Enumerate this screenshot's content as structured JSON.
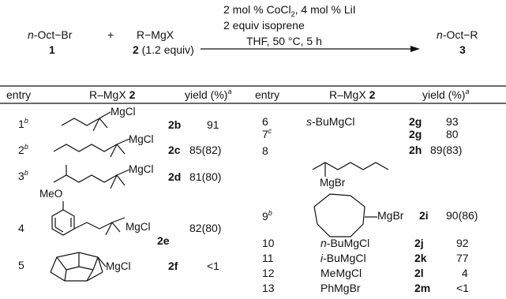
{
  "scheme": {
    "reactant1": {
      "label_pre": "n",
      "label_post": "-Oct−Br",
      "number": "1"
    },
    "plus": "+",
    "reactant2": {
      "label": "R−MgX",
      "number": "2",
      "equiv": " (1.2 equiv)"
    },
    "conditions_line1": "2 mol % CoCl",
    "conditions_line1_sub": "2",
    "conditions_line1_rest": ", 4 mol % LiI",
    "conditions_line2": "2 equiv isoprene",
    "conditions_line3": "THF, 50 °C, 5 h",
    "product": {
      "label_pre": "n",
      "label_post": "-Oct−R",
      "number": "3"
    }
  },
  "table": {
    "headers": {
      "entry": "entry",
      "rmgx": "R–MgX",
      "rmgx_num": " 2",
      "yield": "yield (%)",
      "yield_sup": "a"
    },
    "left": [
      {
        "entry": "1",
        "sup": "b",
        "reagent_label": "MgCl",
        "compound": "2b",
        "yield": "91"
      },
      {
        "entry": "2",
        "sup": "b",
        "reagent_label": "MgCl",
        "compound": "2c",
        "yield": "85(82)"
      },
      {
        "entry": "3",
        "sup": "b",
        "reagent_label": "MgCl",
        "compound": "2d",
        "yield": "81(80)"
      },
      {
        "entry": "4",
        "sup": "",
        "reagent_label": "MgCl",
        "reagent_label2": "MeO",
        "compound": "2e",
        "yield": "82(80)"
      },
      {
        "entry": "5",
        "sup": "",
        "reagent_label": "MgCl",
        "compound": "2f",
        "yield": "<1"
      }
    ],
    "right": [
      {
        "entry": "6",
        "sup": "",
        "reagent_pre": "s",
        "reagent": "-BuMgCl",
        "compound": "2g",
        "yield": "93"
      },
      {
        "entry": "7",
        "sup": "c",
        "reagent_pre": "",
        "reagent": "",
        "compound": "2g",
        "yield": "80"
      },
      {
        "entry": "8",
        "sup": "",
        "reagent_pre": "",
        "reagent": "MgBr",
        "compound": "2h",
        "yield": "89(83)"
      },
      {
        "entry": "9",
        "sup": "b",
        "reagent_pre": "",
        "reagent": "MgBr",
        "compound": "2i",
        "yield": "90(86)"
      },
      {
        "entry": "10",
        "sup": "",
        "reagent_pre": "n",
        "reagent": "-BuMgCl",
        "compound": "2j",
        "yield": "92"
      },
      {
        "entry": "11",
        "sup": "",
        "reagent_pre": "i",
        "reagent": "-BuMgCl",
        "compound": "2k",
        "yield": "77"
      },
      {
        "entry": "12",
        "sup": "",
        "reagent_pre": "",
        "reagent": "MeMgCl",
        "compound": "2l",
        "yield": "4"
      },
      {
        "entry": "13",
        "sup": "",
        "reagent_pre": "",
        "reagent": "PhMgBr",
        "compound": "2m",
        "yield": "<1"
      }
    ]
  }
}
